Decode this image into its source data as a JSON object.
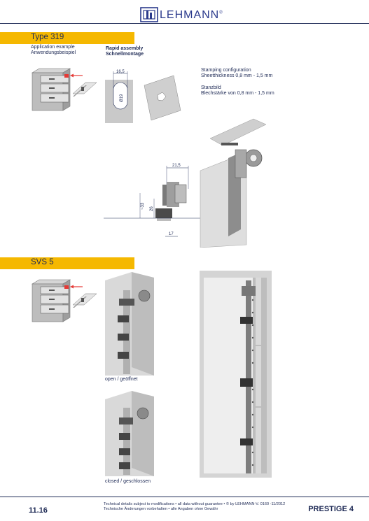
{
  "header": {
    "brand": "LEHMANN",
    "registered": "®"
  },
  "section1": {
    "title": "Type 319",
    "application_en": "Application example",
    "application_de": "Anwendungsbeispiel",
    "assembly_en": "Rapid assembly",
    "assembly_de": "Schnellmontage",
    "stamping_title_en": "Stamping configuration",
    "stamping_value_en": "Sheetthickness 0,8 mm - 1,5 mm",
    "stamping_title_de": "Stanzbild",
    "stamping_value_de": "Blechstärke von 0,8 mm - 1,5 mm",
    "dim_width": "16,5",
    "dim_dia": "Ø19",
    "dim_top": "21,5",
    "dim_33": "~33",
    "dim_26": "26",
    "dim_17": "17"
  },
  "section2": {
    "title": "SVS 5",
    "caption_open": "open / geöffnet",
    "caption_closed": "closed / geschlossen"
  },
  "footer": {
    "page_number": "11.16",
    "note_en": "Technical details subject to modifications • all data without guarantee • © by LEHMANN-V. 0160 -11/2012",
    "note_de": "Technische Änderungen vorbehalten • alle Angaben ohne Gewähr",
    "series": "PRESTIGE 4"
  }
}
